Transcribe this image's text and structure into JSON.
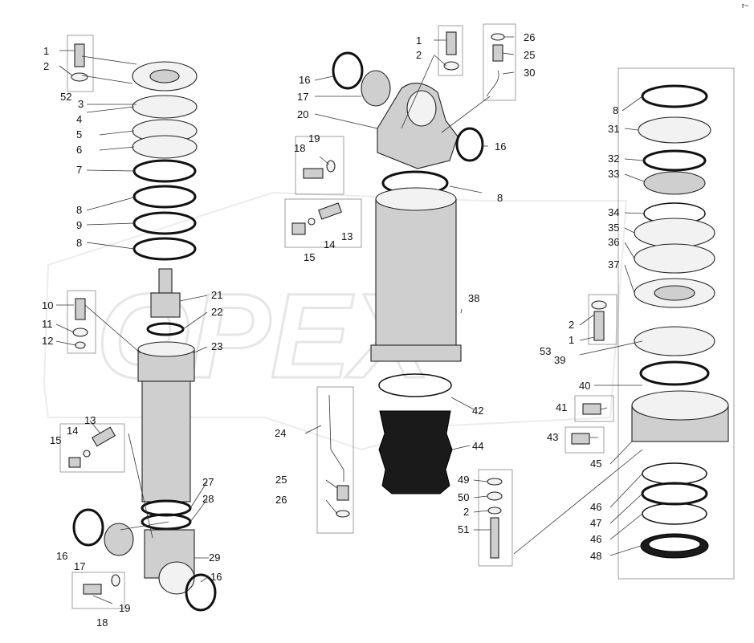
{
  "watermark": "OPEX",
  "corner_mark": "r~",
  "callouts": {
    "left": [
      "1",
      "2",
      "52",
      "3",
      "4",
      "5",
      "6",
      "7",
      "8",
      "9",
      "8",
      "10",
      "11",
      "12",
      "21",
      "22",
      "23",
      "13",
      "14",
      "15",
      "27",
      "28",
      "29",
      "16",
      "17",
      "18",
      "19",
      "16"
    ],
    "center": [
      "1",
      "2",
      "26",
      "25",
      "30",
      "16",
      "17",
      "20",
      "19",
      "18",
      "16",
      "8",
      "13",
      "14",
      "15",
      "38",
      "42",
      "44",
      "24",
      "25",
      "26",
      "49",
      "50",
      "2",
      "51"
    ],
    "right": [
      "8",
      "31",
      "32",
      "33",
      "34",
      "35",
      "36",
      "37",
      "2",
      "1",
      "53",
      "39",
      "40",
      "41",
      "43",
      "45",
      "46",
      "47",
      "46",
      "48"
    ]
  }
}
